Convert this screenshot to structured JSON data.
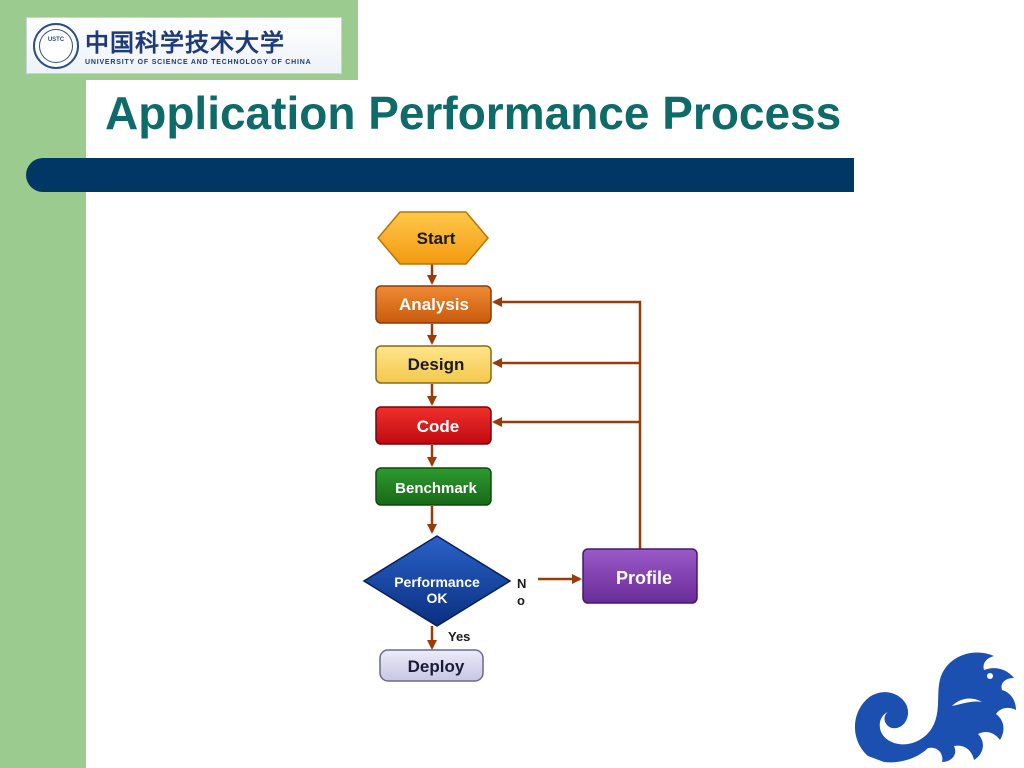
{
  "logo": {
    "chinese_name": "中国科学技术大学",
    "english_name": "UNIVERSITY OF SCIENCE AND TECHNOLOGY OF CHINA",
    "seal_code": "USTC"
  },
  "slide": {
    "title": "Application Performance Process"
  },
  "flowchart": {
    "start": "Start",
    "analysis": "Analysis",
    "design": "Design",
    "code": "Code",
    "benchmark": "Benchmark",
    "decision_line1": "Performance",
    "decision_line2": "OK",
    "no_label": "N",
    "no_label_tail": "o",
    "yes_label": "Yes",
    "profile": "Profile",
    "deploy": "Deploy"
  },
  "colors": {
    "title": "#0f6a6a",
    "title_bar": "#003764",
    "side_band": "#9ccb8f",
    "arrow": "#9a3b0a",
    "start": "#f7a81b",
    "analysis": "#d86a14",
    "design": "#f8d56a",
    "code": "#d8141a",
    "benchmark": "#1f7a1f",
    "decision": "#0e3fa0",
    "profile": "#7b3aa8",
    "deploy": "#d7d6ec"
  },
  "icons": {
    "university_seal": "ustc-seal-icon",
    "mascot": "blue-dragon-icon"
  }
}
